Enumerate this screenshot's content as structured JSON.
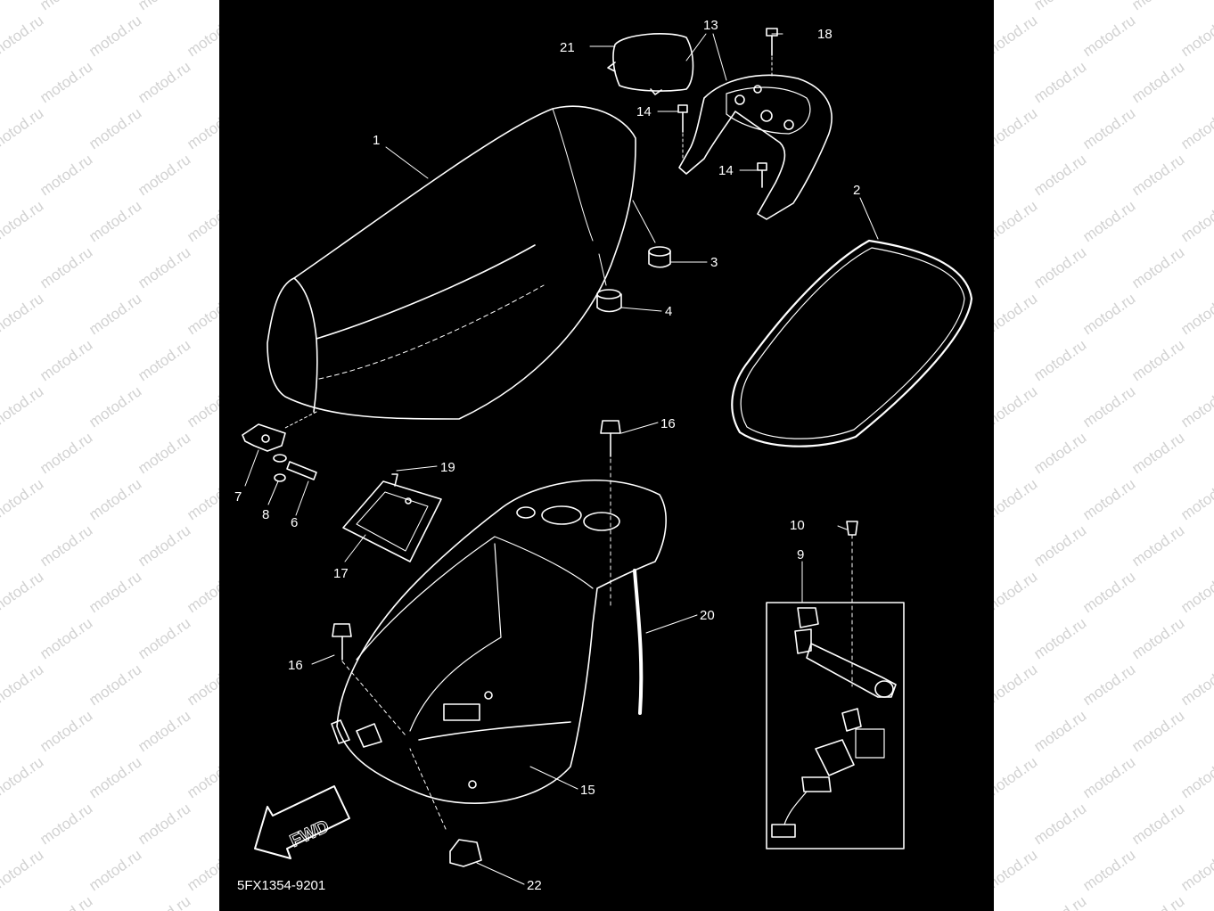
{
  "diagram_code": "5FX1354-9201",
  "fwd_label": "FWD",
  "watermark_text": "motod.ru",
  "colors": {
    "background": "#000000",
    "line": "#ffffff",
    "margin": "#ffffff",
    "watermark": "#d2d2d2"
  },
  "callouts": [
    "1",
    "2",
    "3",
    "4",
    "6",
    "7",
    "8",
    "9",
    "10",
    "13",
    "14",
    "14",
    "15",
    "16",
    "16",
    "17",
    "18",
    "19",
    "20",
    "21",
    "22"
  ]
}
